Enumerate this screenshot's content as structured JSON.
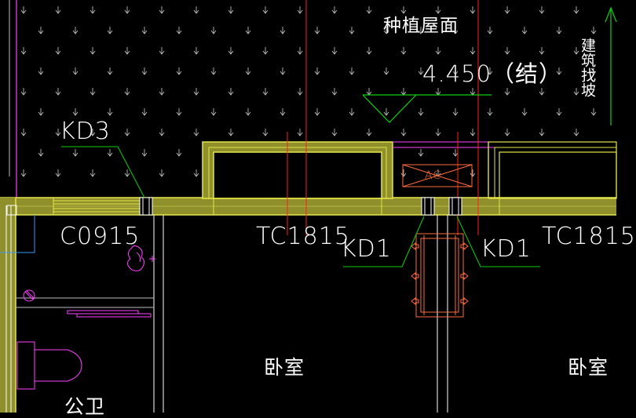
{
  "colors": {
    "background": "#000000",
    "wall": "#8f8f2b",
    "wall_edge": "#e6e64a",
    "axis": "#ff2020",
    "leader": "#10d010",
    "fixture": "#ff40ff",
    "text": "#ffffff",
    "ac": "#ff6a3a",
    "hatch": "#d0d0d0"
  },
  "labels": {
    "roof_garden": "种植屋面",
    "elevation": "4.450（结）",
    "building_finish": "建筑找坡",
    "kd3": "KD3",
    "c0915": "C0915",
    "tc1815_left": "TC1815",
    "tc1815_right": "TC1815",
    "kd1_left": "KD1",
    "kd1_right": "KD1",
    "ac": "AC",
    "bedroom_left": "卧室",
    "bedroom_right": "卧室",
    "public_toilet": "公卫"
  },
  "icons": {
    "hatch_arrow": "down-arrow-glyph",
    "slope_arrow": "up-arrow-glyph",
    "elevation_marker": "triangle-elevation-marker"
  }
}
